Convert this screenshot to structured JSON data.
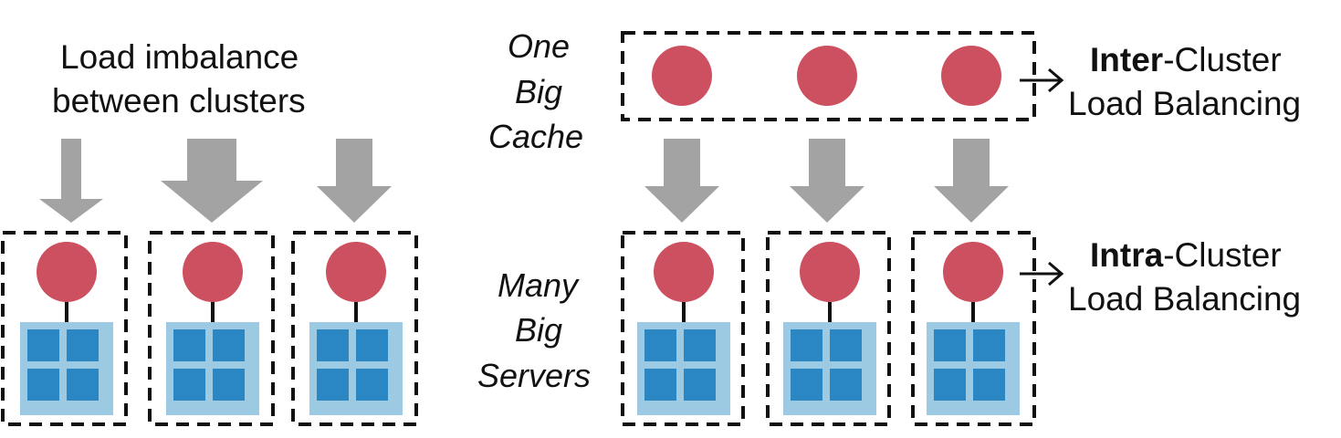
{
  "colors": {
    "cache_node": "#cd5060",
    "server_outer": "#9ccae3",
    "server_inner": "#2b86c4",
    "arrow": "#a3a3a3",
    "border": "#111111"
  },
  "left": {
    "heading_line1": "Load imbalance",
    "heading_line2": "between clusters"
  },
  "right": {
    "top_label": [
      "One",
      "Big",
      "Cache"
    ],
    "bottom_label": [
      "Many",
      "Big",
      "Servers"
    ],
    "inter": {
      "bold": "Inter",
      "rest": "-Cluster",
      "line2": "Load Balancing"
    },
    "intra": {
      "bold": "Intra",
      "rest": "-Cluster",
      "line2": "Load Balancing"
    }
  },
  "icons": {
    "cache": "cache-node-icon",
    "server": "server-grid-icon",
    "flow": "down-arrow-icon",
    "pointer": "right-arrow-icon"
  }
}
